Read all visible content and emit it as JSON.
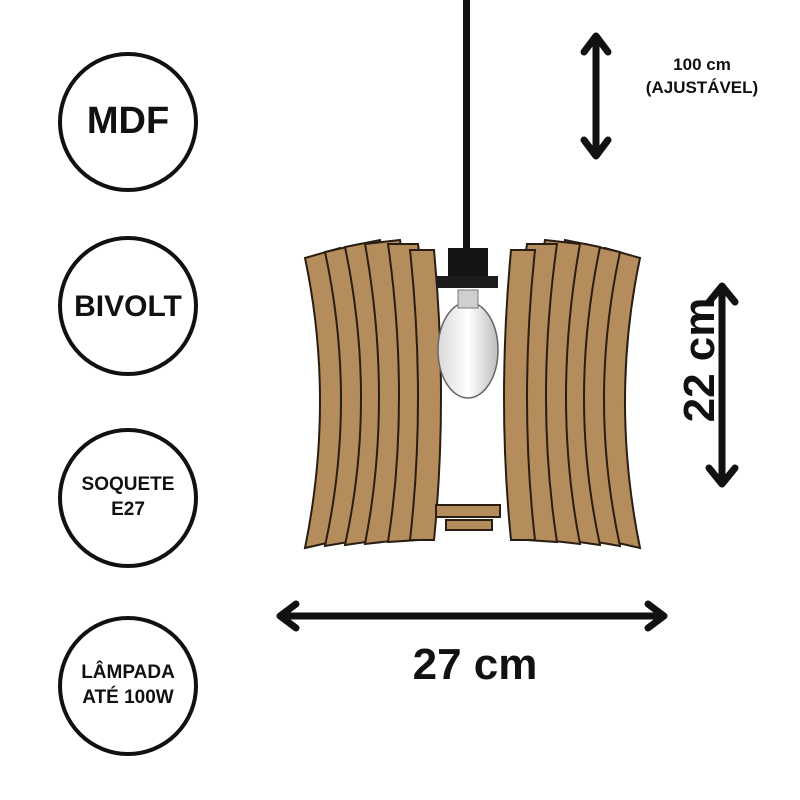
{
  "features": [
    {
      "lines": [
        "MDF"
      ]
    },
    {
      "lines": [
        "BIVOLT"
      ]
    },
    {
      "lines": [
        "SOQUETE",
        "E27"
      ]
    },
    {
      "lines": [
        "LÂMPADA",
        "ATÉ 100W"
      ]
    }
  ],
  "dimensions": {
    "cord_length": [
      "100 cm",
      "(AJUSTÁVEL)"
    ],
    "height": "22 cm",
    "width": "27 cm"
  },
  "colors": {
    "wood": "#b58c5c",
    "wood_dark": "#8e6a40",
    "black": "#111111"
  },
  "icons": [
    "double-arrow-vertical-icon",
    "double-arrow-horizontal-icon",
    "pendant-lamp-illustration"
  ]
}
